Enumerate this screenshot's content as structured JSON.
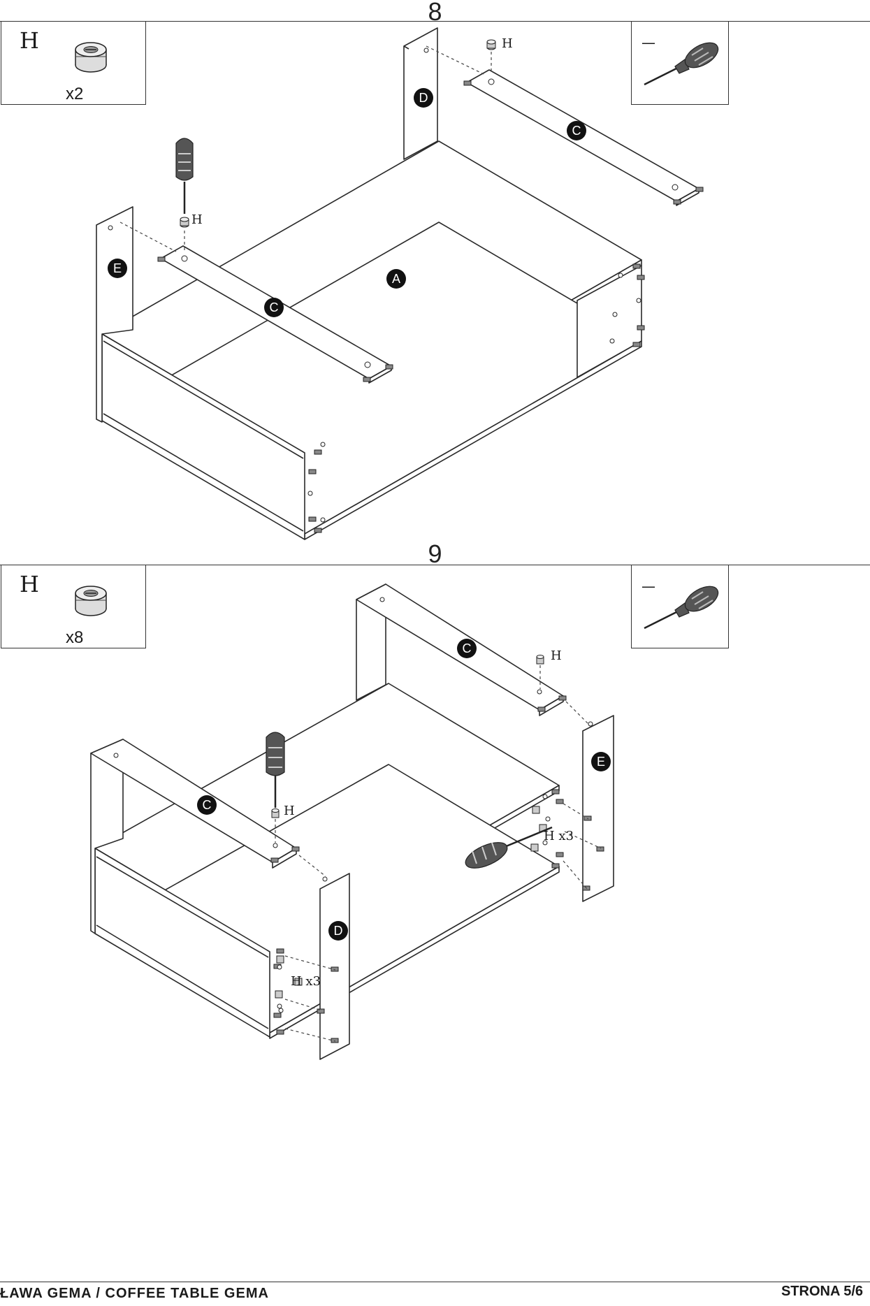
{
  "step8": {
    "number": "8",
    "hardware_box": {
      "part": "H",
      "quantity": "x2"
    },
    "tool_box": {
      "mark": "—"
    },
    "labels": {
      "d": "D",
      "c_right": "C",
      "c_left": "C",
      "e": "E",
      "a": "A",
      "h_top": "H",
      "h_left": "H"
    }
  },
  "step9": {
    "number": "9",
    "hardware_box": {
      "part": "H",
      "quantity": "x8"
    },
    "tool_box": {
      "mark": "—"
    },
    "labels": {
      "c_back": "C",
      "c_front": "C",
      "e": "E",
      "d": "D",
      "h_top": "H",
      "h_front": "H",
      "h_x3_right": "H x3",
      "h_x3_left": "H x3"
    }
  },
  "footer": {
    "title": "ŁAWA GEMA / COFFEE TABLE GEMA",
    "page": "STRONA 5/6"
  }
}
